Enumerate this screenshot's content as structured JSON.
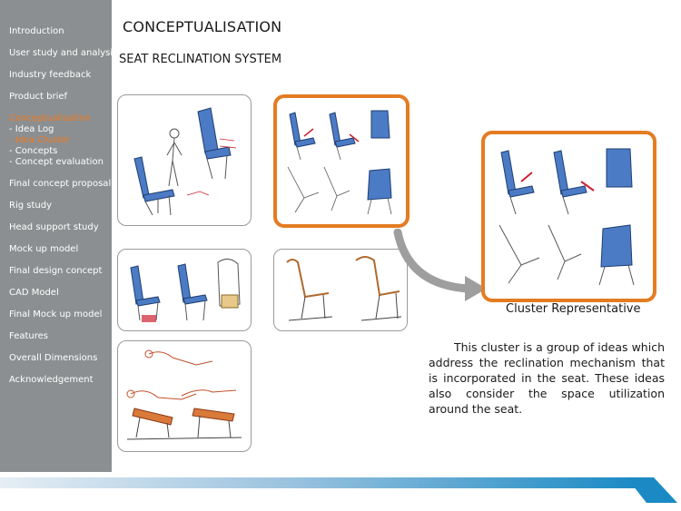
{
  "sidebar": {
    "items": [
      {
        "label": "Introduction"
      },
      {
        "label": "User study and analysis"
      },
      {
        "label": "Industry feedback"
      },
      {
        "label": "Product brief"
      },
      {
        "label": "Conceptualisation"
      },
      {
        "label": "- Idea Log"
      },
      {
        "label": "- Idea Cluster"
      },
      {
        "label": "- Concepts"
      },
      {
        "label": "- Concept evaluation"
      },
      {
        "label": "Final concept proposal"
      },
      {
        "label": "Rig study"
      },
      {
        "label": "Head support study"
      },
      {
        "label": "Mock up model"
      },
      {
        "label": "Final design concept"
      },
      {
        "label": "CAD Model"
      },
      {
        "label": "Final Mock up model"
      },
      {
        "label": "Features"
      },
      {
        "label": "Overall Dimensions"
      },
      {
        "label": "Acknowledgement"
      }
    ]
  },
  "main": {
    "title": "CONCEPTUALISATION",
    "section_title": "SEAT RECLINATION SYSTEM",
    "cluster_caption": "Cluster Representative",
    "description": "This cluster is a group of ideas which address the reclination mechanism that is incorporated in the seat. These ideas also consider the space  utilization around the seat."
  },
  "colors": {
    "sidebar_bg": "#8c8f91",
    "accent": "#e47c22",
    "footer_band": "#1b8ac4"
  }
}
